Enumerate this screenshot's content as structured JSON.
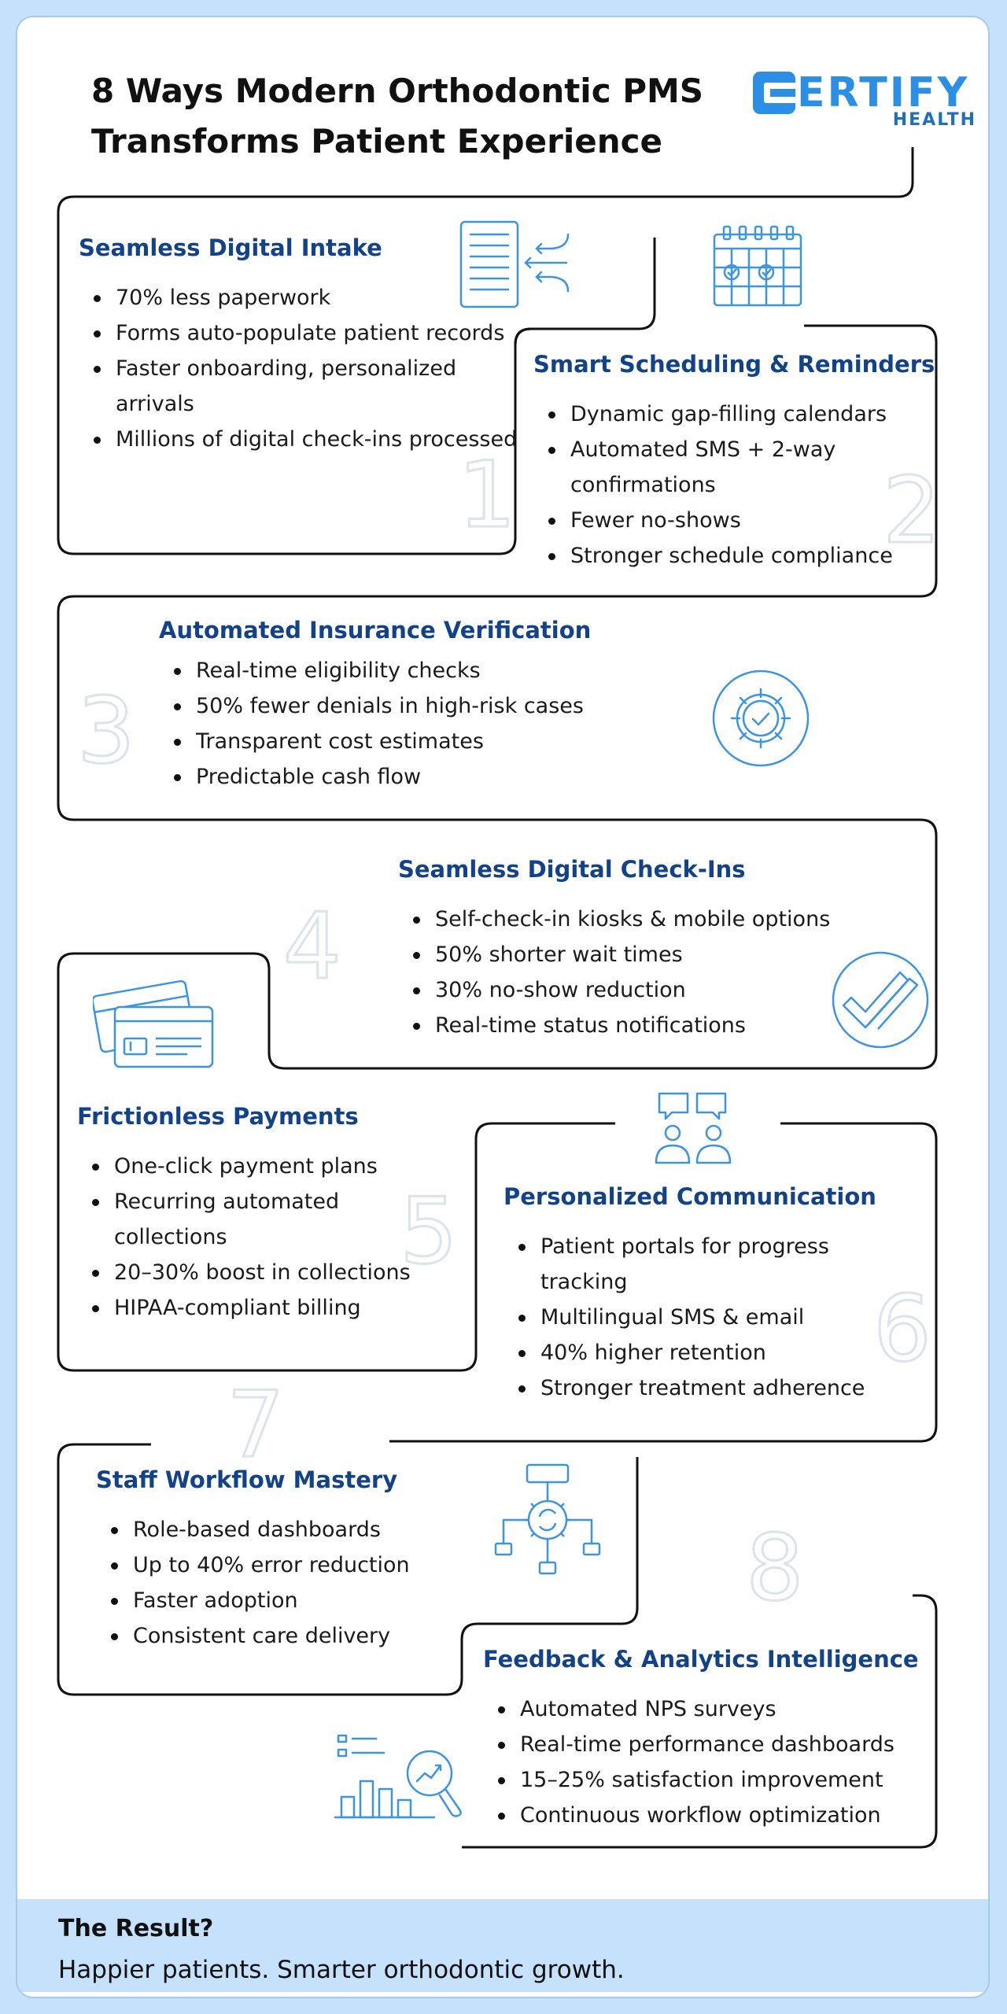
{
  "title_line1": "8 Ways Modern Orthodontic PMS",
  "title_line2": "Transforms Patient Experience",
  "logo": {
    "word": "ERTIFY",
    "sub": "HEALTH",
    "accent": "#2b8fe6"
  },
  "colors": {
    "heading": "#12428a",
    "icon": "#3d93e4",
    "background": "#c5e1fb"
  },
  "sections": [
    {
      "number": "1",
      "title": "Seamless Digital Intake",
      "icon": "form-transfer-icon",
      "bullets": [
        "70% less paperwork",
        "Forms auto-populate patient records",
        "Faster onboarding, personalized arrivals",
        "Millions of digital check-ins processed"
      ]
    },
    {
      "number": "2",
      "title": "Smart Scheduling & Reminders",
      "icon": "calendar-icon",
      "bullets": [
        "Dynamic gap-filling calendars",
        "Automated SMS + 2-way confirmations",
        "Fewer no-shows",
        "Stronger schedule compliance"
      ]
    },
    {
      "number": "3",
      "title": "Automated Insurance Verification",
      "icon": "gear-check-icon",
      "bullets": [
        "Real-time eligibility checks",
        "50% fewer denials in high-risk cases",
        "Transparent cost estimates",
        "Predictable cash flow"
      ]
    },
    {
      "number": "4",
      "title": "Seamless Digital Check-Ins",
      "icon": "double-check-icon",
      "bullets": [
        "Self-check-in kiosks & mobile options",
        "50% shorter wait times",
        "30% no-show reduction",
        "Real-time status notifications"
      ]
    },
    {
      "number": "5",
      "title": "Frictionless Payments",
      "icon": "credit-cards-icon",
      "bullets": [
        "One-click payment plans",
        "Recurring automated collections",
        "20–30% boost in collections",
        "HIPAA-compliant billing"
      ]
    },
    {
      "number": "6",
      "title": "Personalized Communication",
      "icon": "people-chat-icon",
      "bullets": [
        "Patient portals for progress tracking",
        "Multilingual SMS & email",
        "40% higher retention",
        "Stronger treatment adherence"
      ]
    },
    {
      "number": "7",
      "title": "Staff Workflow Mastery",
      "icon": "workflow-gear-icon",
      "bullets": [
        "Role-based dashboards",
        "Up to 40% error reduction",
        "Faster adoption",
        "Consistent care delivery"
      ]
    },
    {
      "number": "8",
      "title": "Feedback & Analytics Intelligence",
      "icon": "analytics-magnifier-icon",
      "bullets": [
        "Automated NPS surveys",
        "Real-time performance dashboards",
        "15–25% satisfaction improvement",
        "Continuous workflow optimization"
      ]
    }
  ],
  "result": {
    "title": "The Result?",
    "text": "Happier patients. Smarter orthodontic growth."
  }
}
